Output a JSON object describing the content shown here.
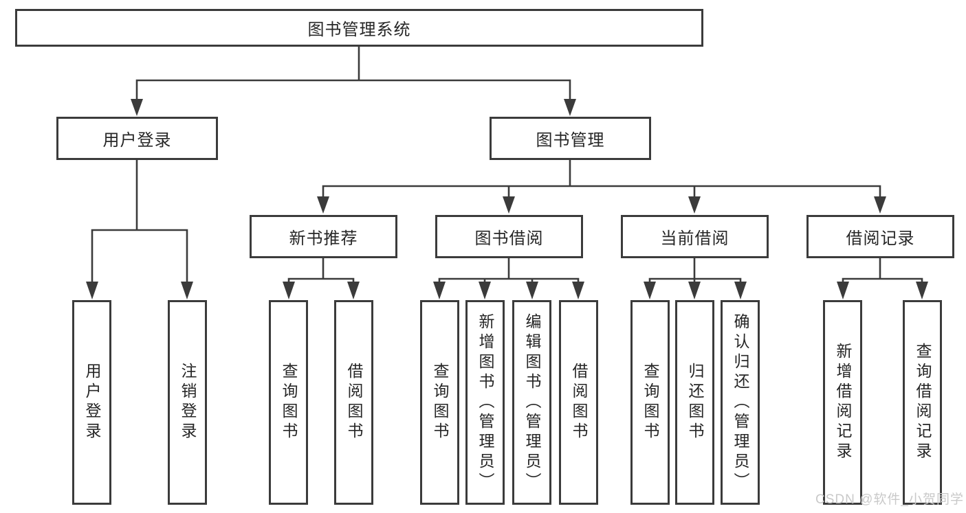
{
  "diagram": {
    "root": {
      "label": "图书管理系统"
    },
    "level2": [
      {
        "label": "用户登录"
      },
      {
        "label": "图书管理"
      }
    ],
    "level3": [
      {
        "label": "新书推荐",
        "parent": "图书管理"
      },
      {
        "label": "图书借阅",
        "parent": "图书管理"
      },
      {
        "label": "当前借阅",
        "parent": "图书管理"
      },
      {
        "label": "借阅记录",
        "parent": "图书管理"
      }
    ],
    "leaves": [
      {
        "label": "用户登录",
        "parent": "用户登录"
      },
      {
        "label": "注销登录",
        "parent": "用户登录"
      },
      {
        "label": "查询图书",
        "parent": "新书推荐"
      },
      {
        "label": "借阅图书",
        "parent": "新书推荐"
      },
      {
        "label": "查询图书",
        "parent": "图书借阅"
      },
      {
        "label": "新增图书（管理员）",
        "parent": "图书借阅"
      },
      {
        "label": "编辑图书（管理员）",
        "parent": "图书借阅"
      },
      {
        "label": "借阅图书",
        "parent": "图书借阅"
      },
      {
        "label": "查询图书",
        "parent": "当前借阅"
      },
      {
        "label": "归还图书",
        "parent": "当前借阅"
      },
      {
        "label": "确认归还（管理员）",
        "parent": "当前借阅"
      },
      {
        "label": "新增借阅记录",
        "parent": "借阅记录"
      },
      {
        "label": "查询借阅记录",
        "parent": "借阅记录"
      }
    ]
  },
  "watermark": {
    "text": "CSDN @软件_小贺同学"
  },
  "colors": {
    "line": "#3b3b3b",
    "text": "#262626",
    "watermark": "#c9c9c9",
    "background": "#ffffff"
  }
}
